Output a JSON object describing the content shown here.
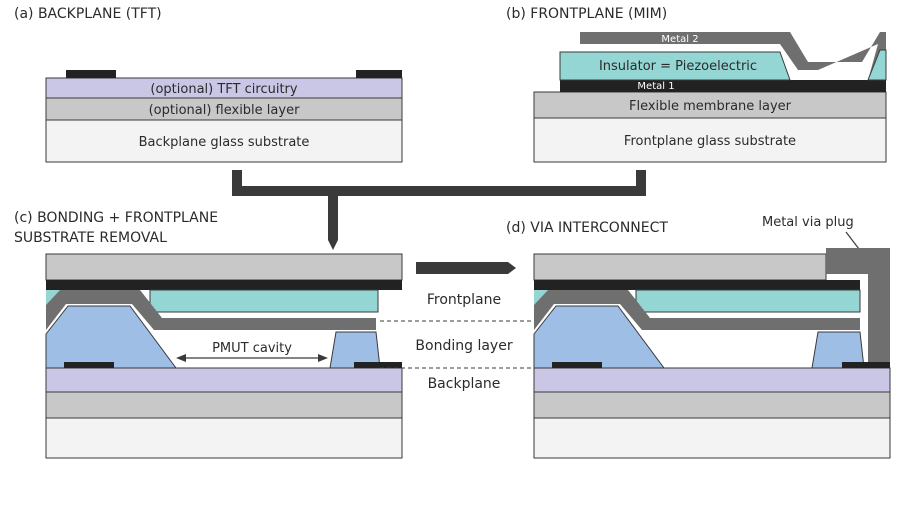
{
  "panels": {
    "a": {
      "title": "(a) BACKPLANE (TFT)"
    },
    "b": {
      "title": "(b) FRONTPLANE (MIM)"
    },
    "c": {
      "title_line1": "(c) BONDING + FRONTPLANE",
      "title_line2": "SUBSTRATE REMOVAL"
    },
    "d": {
      "title": "(d) VIA INTERCONNECT"
    }
  },
  "layers_a": {
    "tft": "(optional) TFT circuitry",
    "flexible": "(optional) flexible layer",
    "glass": "Backplane glass substrate"
  },
  "layers_b": {
    "metal2": "Metal 2",
    "insulator": "Insulator = Piezoelectric",
    "metal1": "Metal 1",
    "membrane": "Flexible membrane layer",
    "glass": "Frontplane glass substrate"
  },
  "labels": {
    "cavity": "PMUT cavity",
    "frontplane": "Frontplane",
    "bonding": "Bonding layer",
    "backplane": "Backplane",
    "via_plug": "Metal via plug"
  },
  "colors": {
    "tft": "#c9c6e6",
    "flexible": "#c8c8c8",
    "glass": "#f3f3f3",
    "piezo": "#93d6d3",
    "bonding": "#9ebee6",
    "metal": "#222222",
    "metal2": "#6f6f6f",
    "outline": "#3a3a3a",
    "arrow": "#3a3a3a"
  }
}
